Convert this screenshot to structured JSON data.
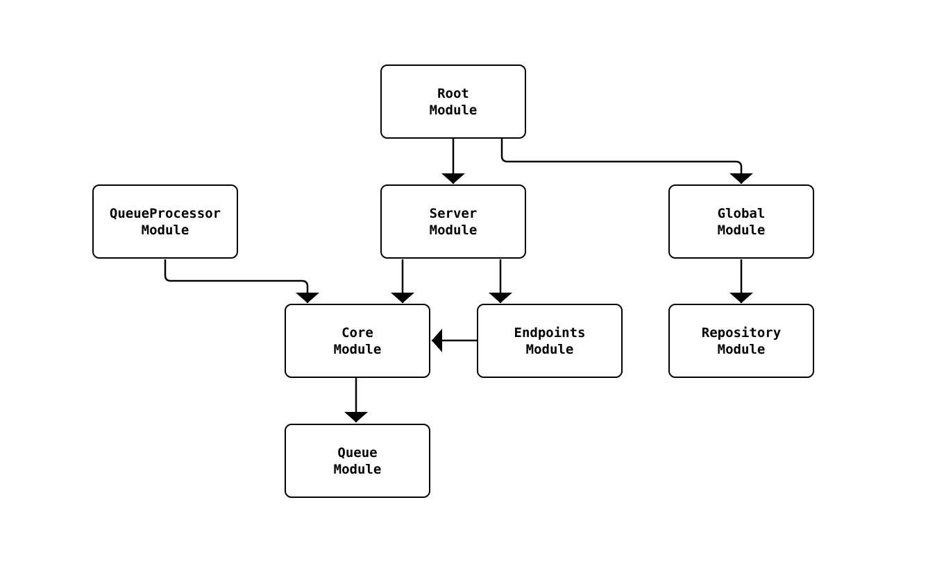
{
  "canvas": {
    "background_color": "#ffffff",
    "line_color": "#000000",
    "text_color": "#000000",
    "node_fill_color": "#ffffff"
  },
  "diagram": {
    "type": "flowchart",
    "nodes": [
      {
        "id": "root",
        "label": "Root\nModule"
      },
      {
        "id": "server",
        "label": "Server\nModule"
      },
      {
        "id": "queueprocessor",
        "label": "QueueProcessor\nModule"
      },
      {
        "id": "global",
        "label": "Global\nModule"
      },
      {
        "id": "core",
        "label": "Core\nModule"
      },
      {
        "id": "endpoints",
        "label": "Endpoints\nModule"
      },
      {
        "id": "repository",
        "label": "Repository\nModule"
      },
      {
        "id": "queue",
        "label": "Queue\nModule"
      }
    ],
    "edges": [
      {
        "from": "root",
        "to": "server"
      },
      {
        "from": "root",
        "to": "global"
      },
      {
        "from": "server",
        "to": "core"
      },
      {
        "from": "server",
        "to": "endpoints"
      },
      {
        "from": "queueprocessor",
        "to": "core"
      },
      {
        "from": "endpoints",
        "to": "core"
      },
      {
        "from": "global",
        "to": "repository"
      },
      {
        "from": "core",
        "to": "queue"
      }
    ]
  }
}
